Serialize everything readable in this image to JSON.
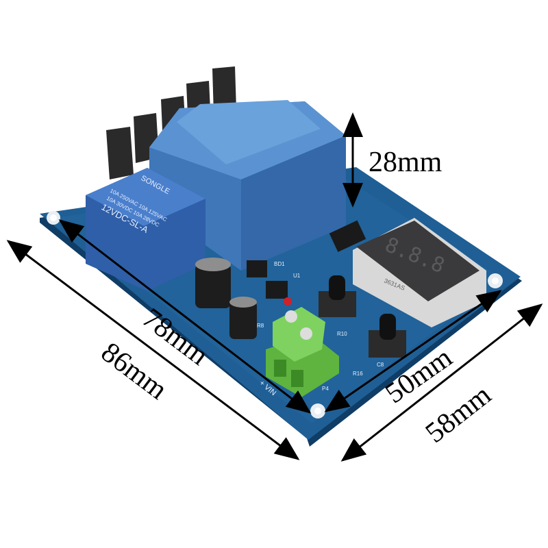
{
  "product": {
    "relay_brand": "SONGLE",
    "relay_model": "12VDC-SL-A",
    "relay_rating_1": "10A 250VAC  10A 125VAC",
    "relay_rating_2": "10A 30VDC  10A 28VDC",
    "display_part": "3631AS",
    "terminal_label": "+ VIN",
    "silkscreen": [
      "BD1",
      "U1",
      "R8",
      "R10",
      "R16",
      "C8",
      "P4"
    ]
  },
  "dimensions": {
    "height": "28mm",
    "inner_length": "78mm",
    "outer_length": "86mm",
    "inner_width": "50mm",
    "outer_width": "58mm"
  },
  "colors": {
    "pcb": "#1f5f95",
    "transformer": "#4f86c6",
    "relay": "#3d6fc0",
    "terminal": "#6cc24a",
    "display_face": "#3a3a3c"
  }
}
